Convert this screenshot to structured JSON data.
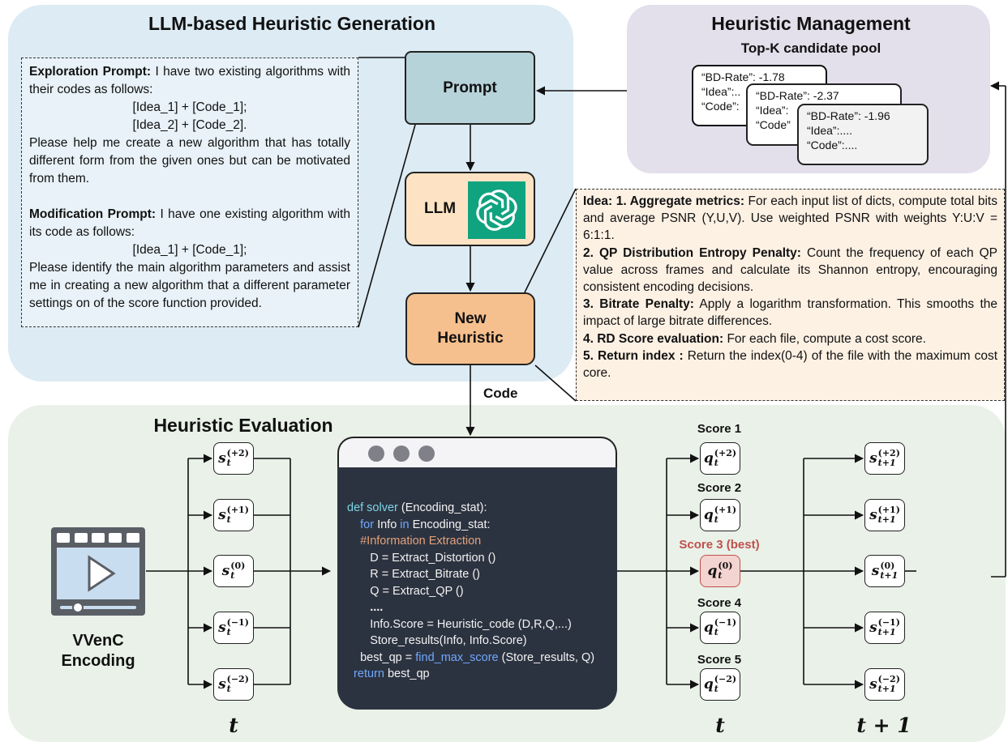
{
  "generation": {
    "title": "LLM-based Heuristic Generation",
    "exploration": {
      "heading": "Exploration Prompt:",
      "intro": " I have two existing algorithms with their codes as follows:",
      "line1": "[Idea_1] + [Code_1];",
      "line2": "[Idea_2] + [Code_2].",
      "body": "Please help me create a new algorithm that has totally different form from the given ones but can be motivated from them."
    },
    "modification": {
      "heading": "Modification Prompt:",
      "intro": " I have one existing algorithm with its code as follows:",
      "line1": "[Idea_1] + [Code_1];",
      "body": "Please identify the main algorithm parameters and assist me in creating a new algorithm that a different parameter settings on of the score function provided."
    },
    "prompt_label": "Prompt",
    "llm_label": "LLM",
    "new_heuristic_label": "New\nHeuristic"
  },
  "management": {
    "title": "Heuristic Management",
    "pool_title": "Top-K candidate pool",
    "cards": [
      {
        "bd": "“BD-Rate”: -1.78",
        "idea": "“Idea”:..",
        "code": "“Code”:"
      },
      {
        "bd": "“BD-Rate”: -2.37",
        "idea": "“Idea”:",
        "code": "“Code”"
      },
      {
        "bd": "“BD-Rate”: -1.96",
        "idea": "“Idea”:....",
        "code": "“Code”:...."
      }
    ]
  },
  "idea": {
    "heading": "Idea:",
    "items": [
      {
        "title": "1. Aggregate metrics:",
        "text": " For each input list of dicts, compute total bits and average PSNR (Y,U,V). Use weighted PSNR with weights Y:U:V = 6:1:1."
      },
      {
        "title": "2. QP Distribution Entropy Penalty:",
        "text": " Count the frequency of each QP value across frames and calculate its Shannon entropy, encouraging consistent encoding decisions."
      },
      {
        "title": "3. Bitrate Penalty:",
        "text": " Apply a logarithm transformation. This smooths the impact of large bitrate differences."
      },
      {
        "title": "4. RD Score evaluation:",
        "text": " For each file, compute a cost score."
      },
      {
        "title": "5. Return index :",
        "text": " Return the index(0-4) of the file with the maximum cost core."
      }
    ]
  },
  "code_label": "Code",
  "evaluation": {
    "title": "Heuristic Evaluation",
    "video_label": "VVenC\nEncoding",
    "states_t": [
      "(+2)",
      "(+1)",
      "(0)",
      "(−1)",
      "(−2)"
    ],
    "scores": [
      "Score 1",
      "Score 2",
      "Score 3 (best)",
      "Score 4",
      "Score 5"
    ],
    "best_color": "#c0504d",
    "axis_t": "t",
    "axis_t1": "t + 1",
    "code": {
      "l1a": "def solver ",
      "l1b": "(Encoding_stat):",
      "l2a": "    for ",
      "l2b": "Info ",
      "l2c": "in ",
      "l2d": "Encoding_stat:",
      "l3": "    #Information Extraction",
      "l4": "       D = Extract_Distortion ()",
      "l5": "       R = Extract_Bitrate ()",
      "l6": "       Q = Extract_QP ()",
      "l7": "       ....",
      "l8": "       Info.Score = Heuristic_code (D,R,Q,...)",
      "l9": "       Store_results(Info, Info.Score)",
      "l10a": "    best_qp = ",
      "l10b": "find_max_score",
      "l10c": " (Store_results, Q)",
      "l11a": "  return ",
      "l11b": "best_qp"
    }
  },
  "colors": {
    "gen_bg": "#dcebf4",
    "mgmt_bg": "#e3e0ec",
    "eval_bg": "#e9f1e8",
    "prompt_fill": "#b6d3d9",
    "llm_fill": "#fde3c3",
    "newh_fill": "#f6c08e",
    "llm_icon": "#10a37f",
    "best_fill": "#f4d4d0"
  }
}
